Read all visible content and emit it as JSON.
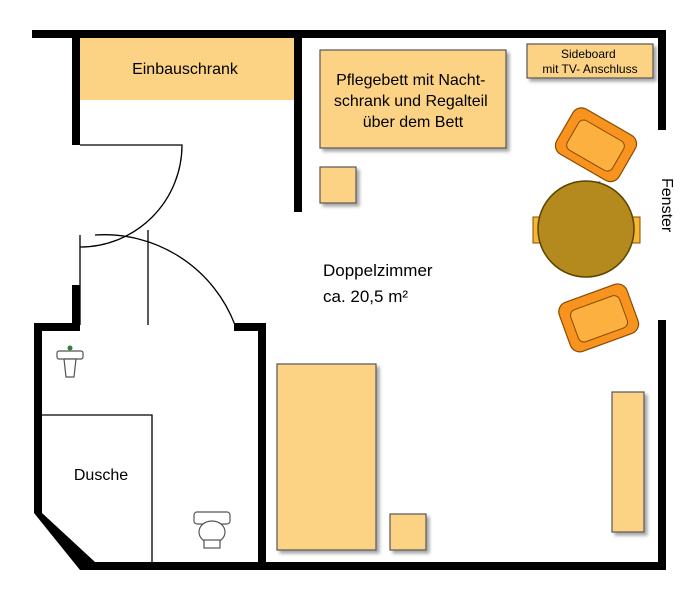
{
  "rooms": {
    "closet_label": "Einbauschrank",
    "bed_label_lines": [
      "Pflegebett mit Nacht-",
      "schrank und Regalteil",
      "über dem Bett"
    ],
    "sideboard_label_lines": [
      "Sideboard",
      "mit TV- Anschluss"
    ],
    "window_label": "Fenster",
    "room_label_lines": [
      "Doppelzimmer",
      "ca. 20,5 m²"
    ],
    "shower_label": "Dusche"
  },
  "colors": {
    "furniture_fill": "#fcd385",
    "furniture_stroke": "#555555",
    "wall": "#000000",
    "chair": "#f7931e",
    "table": "#b48a1e"
  },
  "icons": [
    "sink-icon",
    "toilet-icon",
    "armchair-icon",
    "armchair-icon",
    "round-table-icon"
  ]
}
